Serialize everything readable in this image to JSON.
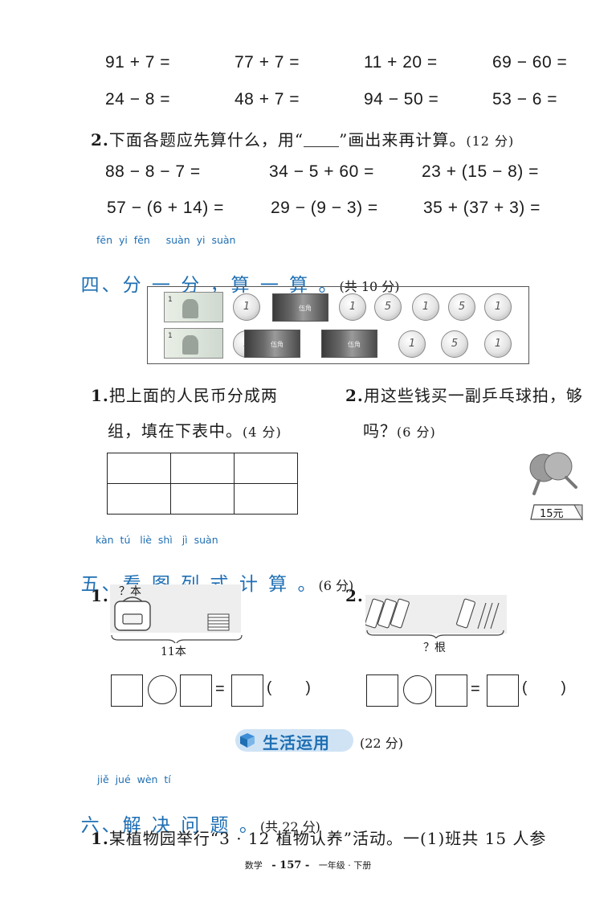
{
  "calc_rows": [
    [
      "91 + 7 =",
      "77 + 7 =",
      "11 + 20 =",
      "69 − 60 ="
    ],
    [
      "24 − 8 =",
      "48 + 7 =",
      "94 − 50 =",
      "53 − 6 ="
    ]
  ],
  "q2": {
    "num": "2.",
    "text_before": "下面各题应先算什么，用“",
    "text_after": "”画出来再计算。",
    "points": "(12 分)",
    "rows": [
      [
        "88 − 8 − 7 =",
        "34 − 5 + 60 =",
        "23 + (15 − 8) ="
      ],
      [
        "57 − (6 + 14) =",
        "29 − (9 − 3) =",
        "35 + (37 + 3) ="
      ]
    ]
  },
  "section4": {
    "pinyin": "fēn  yi  fēn     suàn  yi  suàn",
    "title": "四、分 一 分 ，算 一 算 。",
    "points": "(共 10 分)",
    "coin_values": [
      "1",
      "5"
    ],
    "note_values": [
      "1",
      "伍角"
    ],
    "q1_num": "1.",
    "q1_line1": "把上面的人民币分成两",
    "q1_line2": "组，填在下表中。",
    "q1_points": "(4 分)",
    "q2_num": "2.",
    "q2_line1": "用这些钱买一副乒乓球拍，够",
    "q2_line2": "吗？",
    "q2_points": "(6 分)",
    "price": "15元"
  },
  "section5": {
    "pinyin": "kàn  tú   liè  shì   jì  suàn",
    "title": "五、看 图 列 式 计 算 。",
    "points": "(6 分)",
    "p1_num": "1.",
    "p1_top": "？本",
    "p1_bottom": "11本",
    "p2_num": "2.",
    "p2_bottom": "？根",
    "paren": "(        )"
  },
  "banner": {
    "title": "生活运用",
    "points": "(22 分)"
  },
  "section6": {
    "pinyin": "jiě  jué  wèn  tí",
    "title": "六、解 决 问 题 。",
    "points": "(共 22 分)",
    "q1_num": "1.",
    "q1_text": "某植物园举行“3 · 12 植物认养”活动。一(1)班共 15 人参"
  },
  "footer": {
    "subject": "数学",
    "page": "- 157 -",
    "grade": "一年级 · 下册"
  },
  "colors": {
    "accent": "#1f6fb3",
    "banner_bg": "#cfe3f5"
  }
}
